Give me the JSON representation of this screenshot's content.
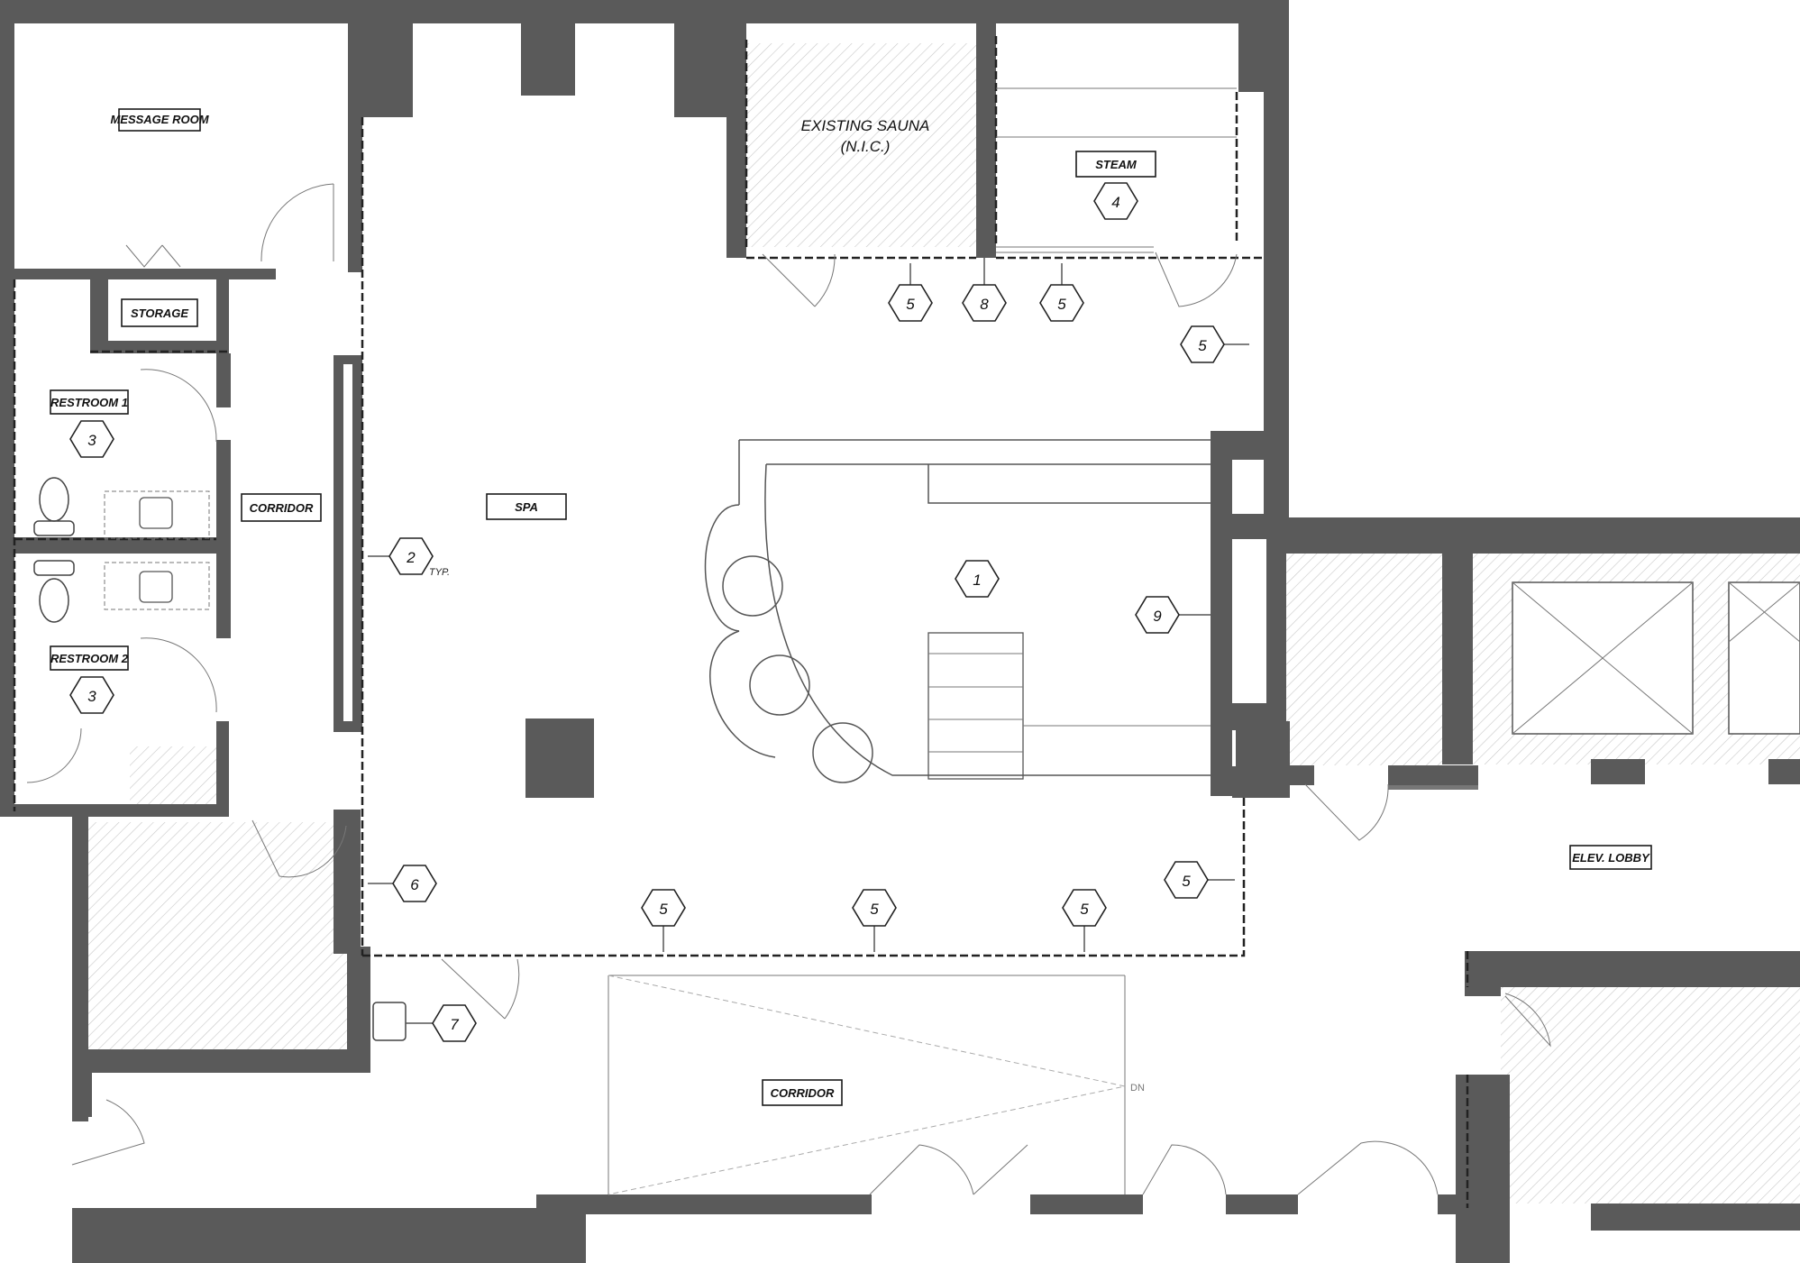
{
  "rooms": {
    "message_room": "MESSAGE ROOM",
    "storage": "STORAGE",
    "restroom_1": "RESTROOM 1",
    "restroom_2": "RESTROOM 2",
    "corridor_west": "CORRIDOR",
    "spa": "SPA",
    "existing_sauna": "EXISTING SAUNA",
    "existing_sauna_note": "(N.I.C.)",
    "steam": "STEAM",
    "elev_lobby": "ELEV. LOBBY",
    "corridor_south": "CORRIDOR"
  },
  "keynotes": {
    "k1": "1",
    "k2": "2",
    "k2_typ": "TYP.",
    "k3": "3",
    "k4": "4",
    "k5": "5",
    "k6": "6",
    "k7": "7",
    "k8": "8",
    "k9": "9"
  },
  "stair": {
    "direction": "DN"
  },
  "colors": {
    "wall": "#5a5a5a",
    "hatch": "#c8c8c8",
    "line": "#555555"
  }
}
